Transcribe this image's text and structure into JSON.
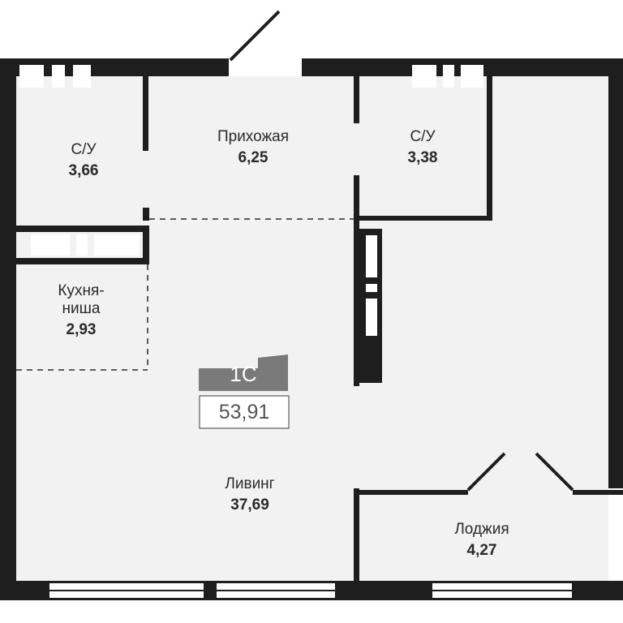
{
  "apartment": {
    "type_label": "1C",
    "total_area": "53,91"
  },
  "rooms": {
    "bathroom_left": {
      "name": "С/У",
      "area": "3,66"
    },
    "hallway": {
      "name": "Прихожая",
      "area": "6,25"
    },
    "bathroom_right": {
      "name": "С/У",
      "area": "3,38"
    },
    "kitchen_niche": {
      "name_line1": "Кухня-",
      "name_line2": "ниша",
      "area": "2,93"
    },
    "living": {
      "name": "Ливинг",
      "area": "37,69"
    },
    "loggia": {
      "name": "Лоджия",
      "area": "4,27"
    }
  },
  "colors": {
    "wall": "#1e1e1e",
    "floor": "#f2f2f2",
    "badge": "#7a7a7a"
  }
}
